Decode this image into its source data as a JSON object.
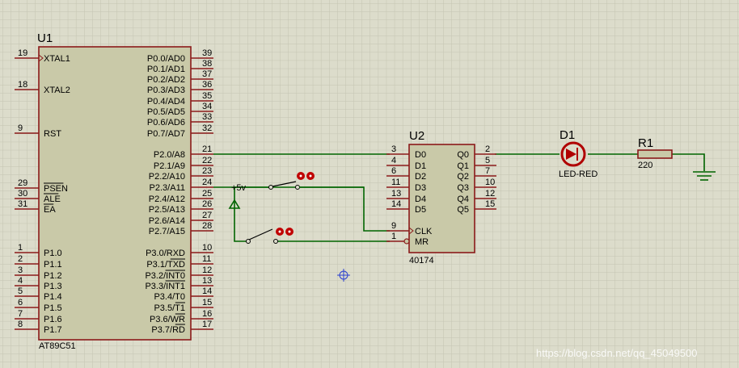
{
  "colors": {
    "background": "#dcdccb",
    "grid": "#c4c4b2",
    "chip_fill": "#c9c9a8",
    "chip_border": "#8b1a1a",
    "wire": "#006400",
    "pin": "#8b1a1a",
    "led": "#b00000",
    "probe": "#c00000"
  },
  "u1": {
    "ref": "U1",
    "part": "AT89C51",
    "left_pins": [
      {
        "num": "19",
        "name": "XTAL1",
        "clock": true
      },
      {
        "num": "18",
        "name": "XTAL2"
      },
      {
        "num": "9",
        "name": "RST"
      },
      {
        "num": "29",
        "name": "PSEN",
        "overbar": true
      },
      {
        "num": "30",
        "name": "ALE",
        "overbar": true
      },
      {
        "num": "31",
        "name": "EA",
        "overbar": true
      },
      {
        "num": "1",
        "name": "P1.0"
      },
      {
        "num": "2",
        "name": "P1.1"
      },
      {
        "num": "3",
        "name": "P1.2"
      },
      {
        "num": "4",
        "name": "P1.3"
      },
      {
        "num": "5",
        "name": "P1.4"
      },
      {
        "num": "6",
        "name": "P1.5"
      },
      {
        "num": "7",
        "name": "P1.6"
      },
      {
        "num": "8",
        "name": "P1.7"
      }
    ],
    "right_pins": [
      {
        "num": "39",
        "name": "P0.0/AD0"
      },
      {
        "num": "38",
        "name": "P0.1/AD1"
      },
      {
        "num": "37",
        "name": "P0.2/AD2"
      },
      {
        "num": "36",
        "name": "P0.3/AD3"
      },
      {
        "num": "35",
        "name": "P0.4/AD4"
      },
      {
        "num": "34",
        "name": "P0.5/AD5"
      },
      {
        "num": "33",
        "name": "P0.6/AD6"
      },
      {
        "num": "32",
        "name": "P0.7/AD7"
      },
      {
        "num": "21",
        "name": "P2.0/A8"
      },
      {
        "num": "22",
        "name": "P2.1/A9"
      },
      {
        "num": "23",
        "name": "P2.2/A10"
      },
      {
        "num": "24",
        "name": "P2.3/A11"
      },
      {
        "num": "25",
        "name": "P2.4/A12"
      },
      {
        "num": "26",
        "name": "P2.5/A13"
      },
      {
        "num": "27",
        "name": "P2.6/A14"
      },
      {
        "num": "28",
        "name": "P2.7/A15"
      },
      {
        "num": "10",
        "name": "P3.0/RXD"
      },
      {
        "num": "11",
        "name": "P3.1/TXD",
        "ob_start": 5,
        "ob_len": 3
      },
      {
        "num": "12",
        "name": "P3.2/INT0",
        "ob_start": 5,
        "ob_len": 4
      },
      {
        "num": "13",
        "name": "P3.3/INT1",
        "ob_start": 5,
        "ob_len": 4
      },
      {
        "num": "14",
        "name": "P3.4/T0"
      },
      {
        "num": "15",
        "name": "P3.5/T1",
        "ob_start": 5,
        "ob_len": 2
      },
      {
        "num": "16",
        "name": "P3.6/WR",
        "ob_start": 5,
        "ob_len": 2
      },
      {
        "num": "17",
        "name": "P3.7/RD",
        "ob_start": 5,
        "ob_len": 2
      }
    ]
  },
  "u2": {
    "ref": "U2",
    "part": "40174",
    "left_pins": [
      {
        "num": "3",
        "name": "D0"
      },
      {
        "num": "4",
        "name": "D1"
      },
      {
        "num": "6",
        "name": "D2"
      },
      {
        "num": "11",
        "name": "D3"
      },
      {
        "num": "13",
        "name": "D4"
      },
      {
        "num": "14",
        "name": "D5"
      },
      {
        "num": "9",
        "name": "CLK",
        "clock": true
      },
      {
        "num": "1",
        "name": "MR",
        "bubble": true
      }
    ],
    "right_pins": [
      {
        "num": "2",
        "name": "Q0"
      },
      {
        "num": "5",
        "name": "Q1"
      },
      {
        "num": "7",
        "name": "Q2"
      },
      {
        "num": "10",
        "name": "Q3"
      },
      {
        "num": "12",
        "name": "Q4"
      },
      {
        "num": "15",
        "name": "Q5"
      }
    ]
  },
  "d1": {
    "ref": "D1",
    "part": "LED-RED"
  },
  "r1": {
    "ref": "R1",
    "value": "220"
  },
  "power_label": "+5v",
  "watermark": "https://blog.csdn.net/qq_45049500"
}
